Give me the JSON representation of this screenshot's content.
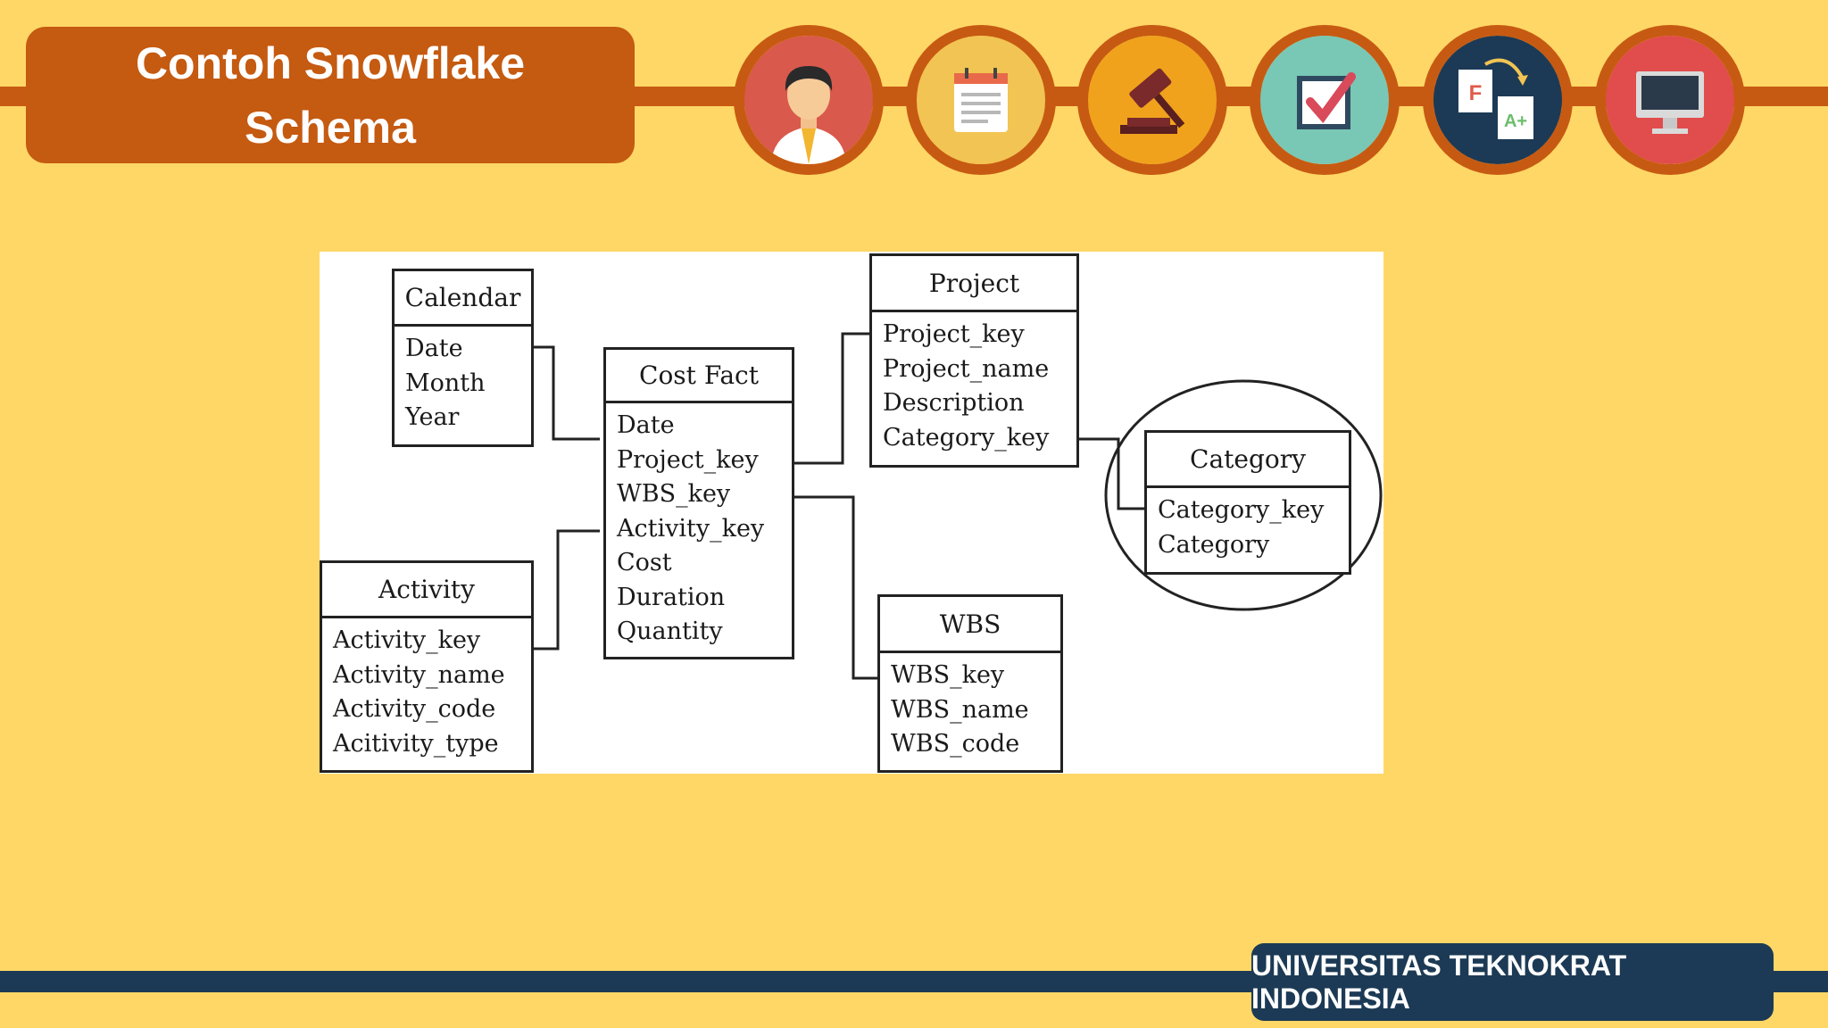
{
  "slide": {
    "title_line1": "Contoh Snowflake",
    "title_line2": "Schema",
    "footer": "UNIVERSITAS TEKNOKRAT INDONESIA"
  },
  "icons": [
    {
      "name": "person-icon",
      "bg": "#D9594C"
    },
    {
      "name": "calendar-notes-icon",
      "bg": "#F2C453"
    },
    {
      "name": "gavel-icon",
      "bg": "#F0A21C"
    },
    {
      "name": "checkbox-icon",
      "bg": "#79C7B5"
    },
    {
      "name": "grade-papers-icon",
      "bg": "#1C3A55"
    },
    {
      "name": "computer-monitor-icon",
      "bg": "#E14C4C"
    }
  ],
  "diagram": {
    "calendar": {
      "title": "Calendar",
      "fields": [
        "Date",
        "Month",
        "Year"
      ]
    },
    "cost_fact": {
      "title": "Cost Fact",
      "fields": [
        "Date",
        "Project_key",
        "WBS_key",
        "Activity_key",
        "Cost",
        "Duration",
        "Quantity"
      ]
    },
    "project": {
      "title": "Project",
      "fields": [
        "Project_key",
        "Project_name",
        "Description",
        "Category_key"
      ]
    },
    "category": {
      "title": "Category",
      "fields": [
        "Category_key",
        "Category"
      ]
    },
    "activity": {
      "title": "Activity",
      "fields": [
        "Activity_key",
        "Activity_name",
        "Activity_code",
        "Acitivity_type"
      ]
    },
    "wbs": {
      "title": "WBS",
      "fields": [
        "WBS_key",
        "WBS_name",
        "WBS_code"
      ]
    }
  },
  "colors": {
    "background": "#FFD766",
    "accent_orange": "#C55A11",
    "navy": "#1C3A55"
  }
}
